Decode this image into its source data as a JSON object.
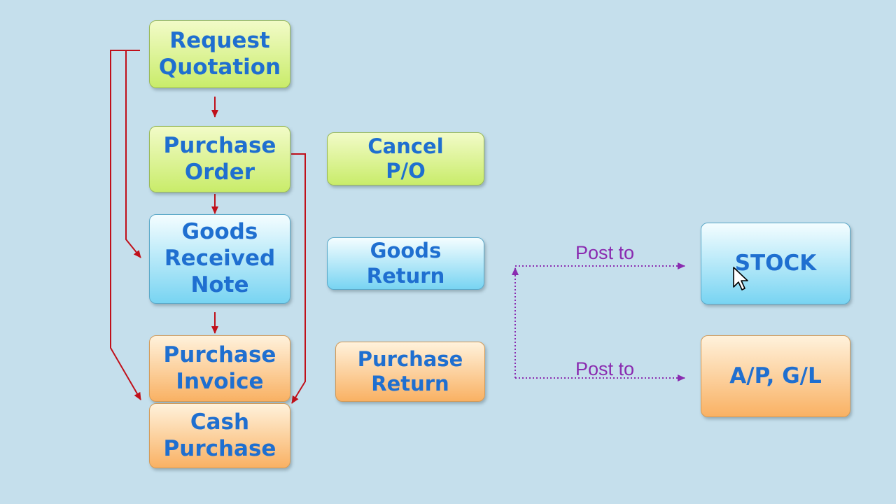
{
  "nodes": {
    "request_quotation": "Request\nQuotation",
    "purchase_order": "Purchase\nOrder",
    "goods_received_note": "Goods\nReceived\nNote",
    "purchase_invoice": "Purchase\nInvoice",
    "cash_purchase": "Cash\nPurchase",
    "cancel_po": "Cancel\nP/O",
    "goods_return": "Goods\nReturn",
    "purchase_return": "Purchase\nReturn",
    "stock": "STOCK",
    "ap_gl": "A/P, G/L"
  },
  "edges": {
    "post_to_stock": "Post to",
    "post_to_apgl": "Post to"
  },
  "colors": {
    "background": "#c5dfec",
    "flow_arrow": "#c0101a",
    "post_arrow": "#8a2bb0",
    "text": "#1f6fd0"
  },
  "cursor": "arrow-pointer-icon"
}
